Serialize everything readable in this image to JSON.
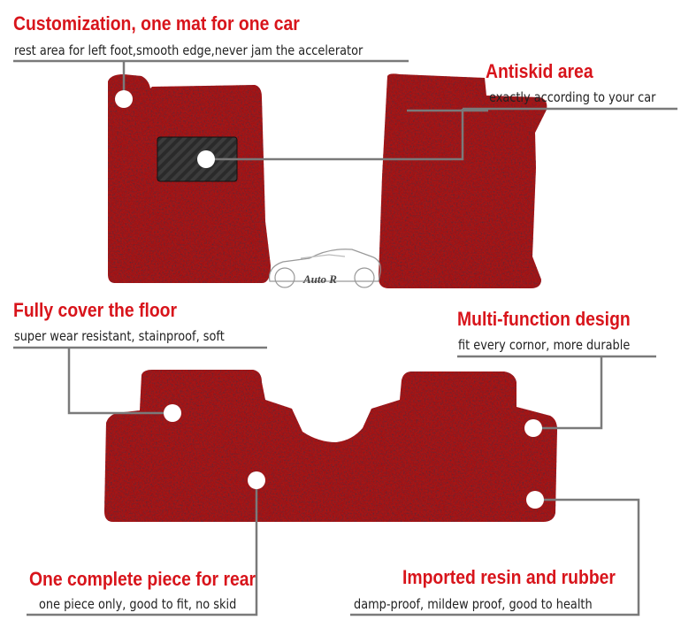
{
  "callouts": [
    {
      "title": "Customization, one mat for one car",
      "subtitle": "rest area for left foot,smooth edge,never jam the accelerator"
    },
    {
      "title": "Antiskid area",
      "subtitle": "exactly according to your car"
    },
    {
      "title": "Fully cover the floor",
      "subtitle": "super wear resistant, stainproof, soft"
    },
    {
      "title": "Multi-function design",
      "subtitle": "fit every cornor, more durable"
    },
    {
      "title": "One complete piece for rear",
      "subtitle": "one piece only, good to fit, no skid"
    },
    {
      "title": "Imported resin and rubber",
      "subtitle": "damp-proof, mildew proof, good to health"
    }
  ],
  "logo": {
    "text": "Auto R"
  },
  "colors": {
    "accent": "#d8141b",
    "mat": "#9e1016",
    "line": "#7a7a7a"
  }
}
